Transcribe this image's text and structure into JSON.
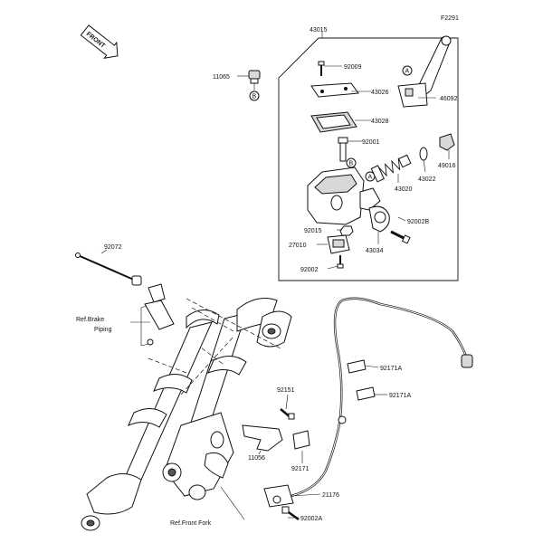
{
  "diagram": {
    "figure_code": "F2291",
    "front_label": "FRONT",
    "labels": {
      "p43015": "43015",
      "p11065": "11065",
      "p92009": "92009",
      "p43026": "43026",
      "p46092": "46092",
      "p43028": "43028",
      "p92001": "92001",
      "p49016": "49016",
      "p43022": "43022",
      "p43020": "43020",
      "p92015": "92015",
      "p92002b": "92002B",
      "p27010": "27010",
      "p43034": "43034",
      "p92002": "92002",
      "p92072": "92072",
      "ref_brake_1": "Ref.Brake",
      "ref_brake_2": "Piping",
      "p92171a_1": "92171A",
      "p92171a_2": "92171A",
      "p92151": "92151",
      "p11056": "11056",
      "p92171": "92171",
      "p21176": "21176",
      "ref_front_fork": "Ref.Front Fork",
      "p92002a": "92002A"
    },
    "callouts": {
      "a1": "A",
      "a2": "A",
      "b1": "B",
      "b2": "B"
    }
  }
}
